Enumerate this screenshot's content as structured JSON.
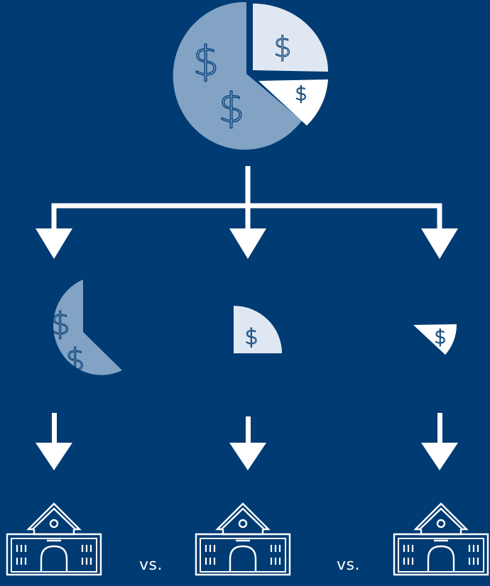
{
  "colors": {
    "background": "#003b73",
    "slice_large": "#82a3c4",
    "slice_medium": "#dfe8f2",
    "slice_small": "#ffffff",
    "symbol": "#003b73",
    "lines": "#ffffff"
  },
  "pie": {
    "slices": [
      {
        "name": "large-share",
        "symbol": "$",
        "symbol_count": 2
      },
      {
        "name": "medium-share",
        "symbol": "$",
        "symbol_count": 1
      },
      {
        "name": "small-share",
        "symbol": "$",
        "symbol_count": 1
      }
    ]
  },
  "icons": {
    "school": "school-building-icon",
    "arrow": "down-arrow-icon"
  },
  "comparison": {
    "vs_1": "vs.",
    "vs_2": "vs."
  }
}
